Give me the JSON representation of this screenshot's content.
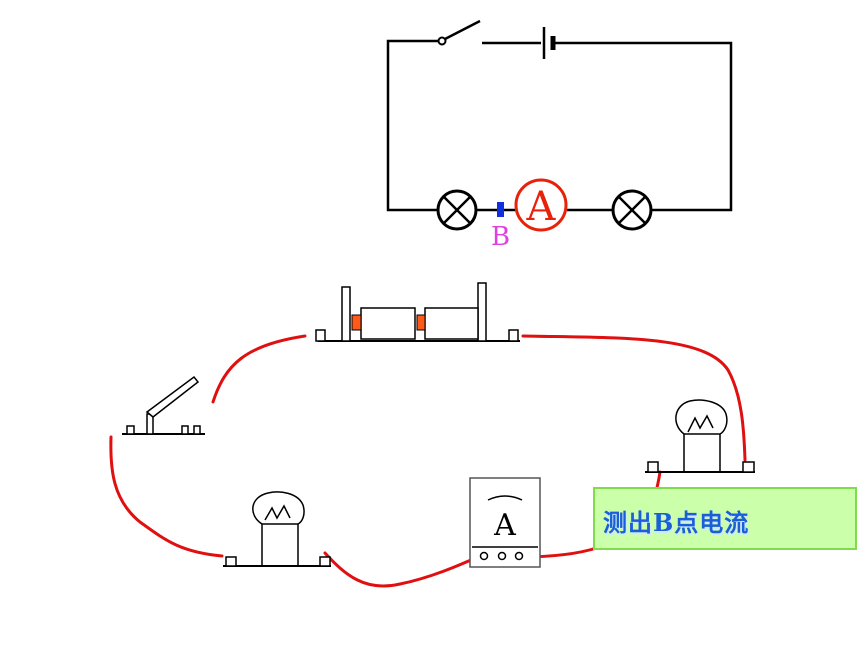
{
  "schematic": {
    "ammeter_label": "A",
    "point_label": "B",
    "point_label_color": "#e040e0",
    "ammeter_color": "#e8220a",
    "point_marker_color": "#1030e0"
  },
  "physical": {
    "ammeter_meter_label": "A",
    "wire_color": "#e01010",
    "battery_cap_color": "#ff5a1a"
  },
  "caption": {
    "text": "测出B点电流",
    "text_color": "#1a5fd6",
    "bg_color": "#ccffaa",
    "border_color": "#7fdc4a"
  }
}
